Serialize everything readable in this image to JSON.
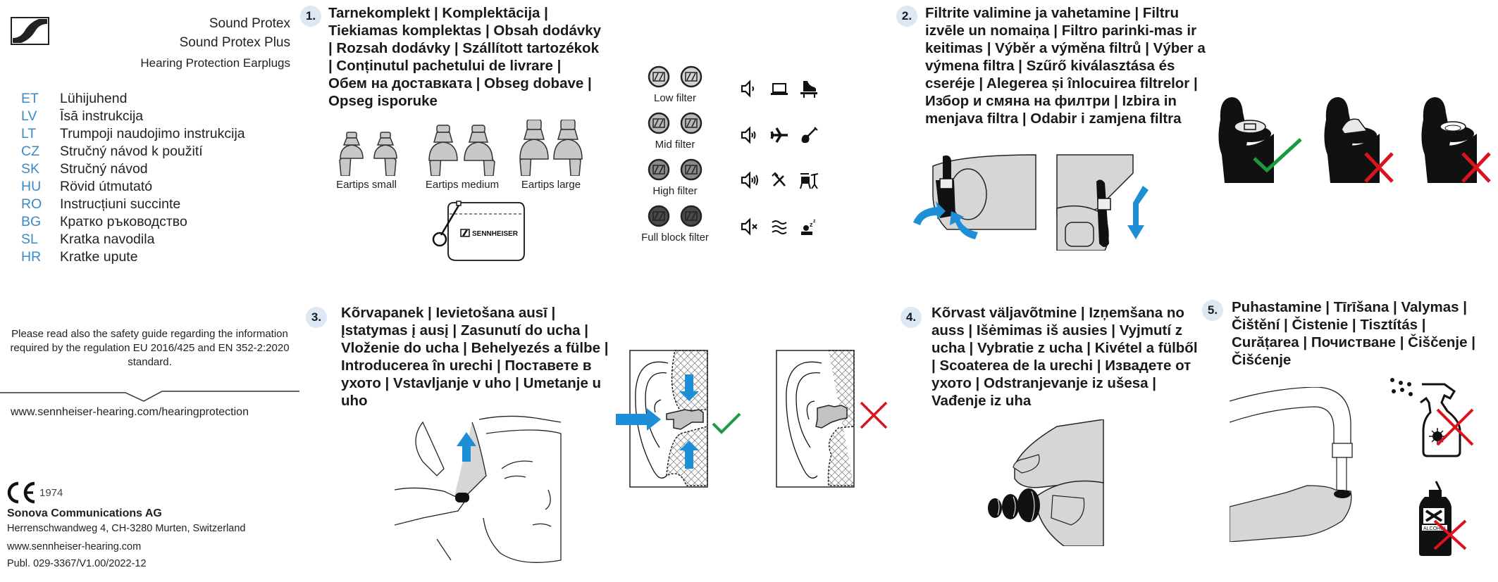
{
  "brand": {
    "logo": "sennheiser-logo"
  },
  "products": {
    "line1": "Sound Protex",
    "line2": "Sound Protex Plus",
    "line3": "Hearing Protection Earplugs"
  },
  "languages": [
    {
      "code": "ET",
      "name": "Lühijuhend"
    },
    {
      "code": "LV",
      "name": "Īsā instrukcija"
    },
    {
      "code": "LT",
      "name": "Trumpoji naudojimo instrukcija"
    },
    {
      "code": "CZ",
      "name": "Stručný návod k použití"
    },
    {
      "code": "SK",
      "name": "Stručný návod"
    },
    {
      "code": "HU",
      "name": "Rövid útmutató"
    },
    {
      "code": "RO",
      "name": "Instrucțiuni succinte"
    },
    {
      "code": "BG",
      "name": "Кратко ръководство"
    },
    {
      "code": "SL",
      "name": "Kratka navodila"
    },
    {
      "code": "HR",
      "name": "Kratke upute"
    }
  ],
  "safety_note": "Please read also the safety guide regarding the information required by the regulation EU 2016/425 and EN 352-2:2020 standard.",
  "website_protection": "www.sennheiser-hearing.com/hearingprotection",
  "ce": {
    "mark": "CE",
    "number": "1974"
  },
  "company": {
    "name": "Sonova Communications AG",
    "address": "Herrenschwandweg 4, CH-3280 Murten, Switzerland",
    "website": "www.sennheiser-hearing.com",
    "publication": "Publ. 029-3367/V1.00/2022-12"
  },
  "steps": [
    {
      "number": "1.",
      "heading": "Tarnekomplekt | Komplektācija | Tiekiamas komplektas | Obsah dodávky | Rozsah dodávky | Szállított tartozékok | Conținutul pachetului de livrare | Обем на доставката | Obseg dobave | Opseg isporuke"
    },
    {
      "number": "2.",
      "heading": "Filtrite valimine ja vahetamine | Filtru izvēle un nomaiņa | Filtro parinki-mas ir keitimas | Výběr a výměna filtrů | Výber a výmena filtra | Szűrő kiválasztása és cseréje | Alegerea și înlocuirea filtrelor | Избор и смяна на филтри | Izbira in menjava filtra | Odabir i zamjena filtra"
    },
    {
      "number": "3.",
      "heading": "Kõrvapanek | Ievietošana ausī | Įstatymas į ausį | Zasunutí do ucha | Vloženie do ucha | Behelyezés a fülbe | Introducerea în urechi | Поставете в ухото | Vstavljanje v uho | Umetanje u uho"
    },
    {
      "number": "4.",
      "heading": "Kõrvast väljavõtmine | Izņemšana no auss | Išėmimas iš ausies | Vyjmutí z ucha | Vybratie z ucha | Kivétel a fülből | Scoaterea de la urechi | Извадете от ухото | Odstranjevanje iz ušesa | Vađenje iz uha"
    },
    {
      "number": "5.",
      "heading": "Puhastamine | Tīrīšana | Valymas | Čištění | Čistenie | Tisztítás | Curățarea | Почистване | Čiščenje | Čišćenje"
    }
  ],
  "eartips": [
    {
      "label": "Eartips small"
    },
    {
      "label": "Eartips medium"
    },
    {
      "label": "Eartips large"
    }
  ],
  "pouch_brand": "SENNHEISER",
  "filters": [
    {
      "label": "Low filter",
      "shade": "#d2d2d2",
      "icons": [
        "speaker-low-icon",
        "laptop-icon",
        "piano-icon"
      ]
    },
    {
      "label": "Mid filter",
      "shade": "#b8b8b8",
      "icons": [
        "speaker-mid-icon",
        "airplane-icon",
        "guitar-icon"
      ]
    },
    {
      "label": "High filter",
      "shade": "#8a8a8a",
      "icons": [
        "speaker-high-icon",
        "tools-icon",
        "drums-icon"
      ]
    },
    {
      "label": "Full block filter",
      "shade": "#4a4a4a",
      "icons": [
        "speaker-mute-icon",
        "water-icon",
        "sleep-icon"
      ]
    }
  ],
  "cleaning": {
    "bottle_label": "ALCOHOL"
  },
  "colors": {
    "accent_blue": "#1e8fd6",
    "lang_code": "#3a8ac8",
    "badge_bg": "#dde8f5",
    "check_green": "#1a9a3e",
    "cross_red": "#d9141e",
    "skin_gray": "#d6d6d6"
  }
}
